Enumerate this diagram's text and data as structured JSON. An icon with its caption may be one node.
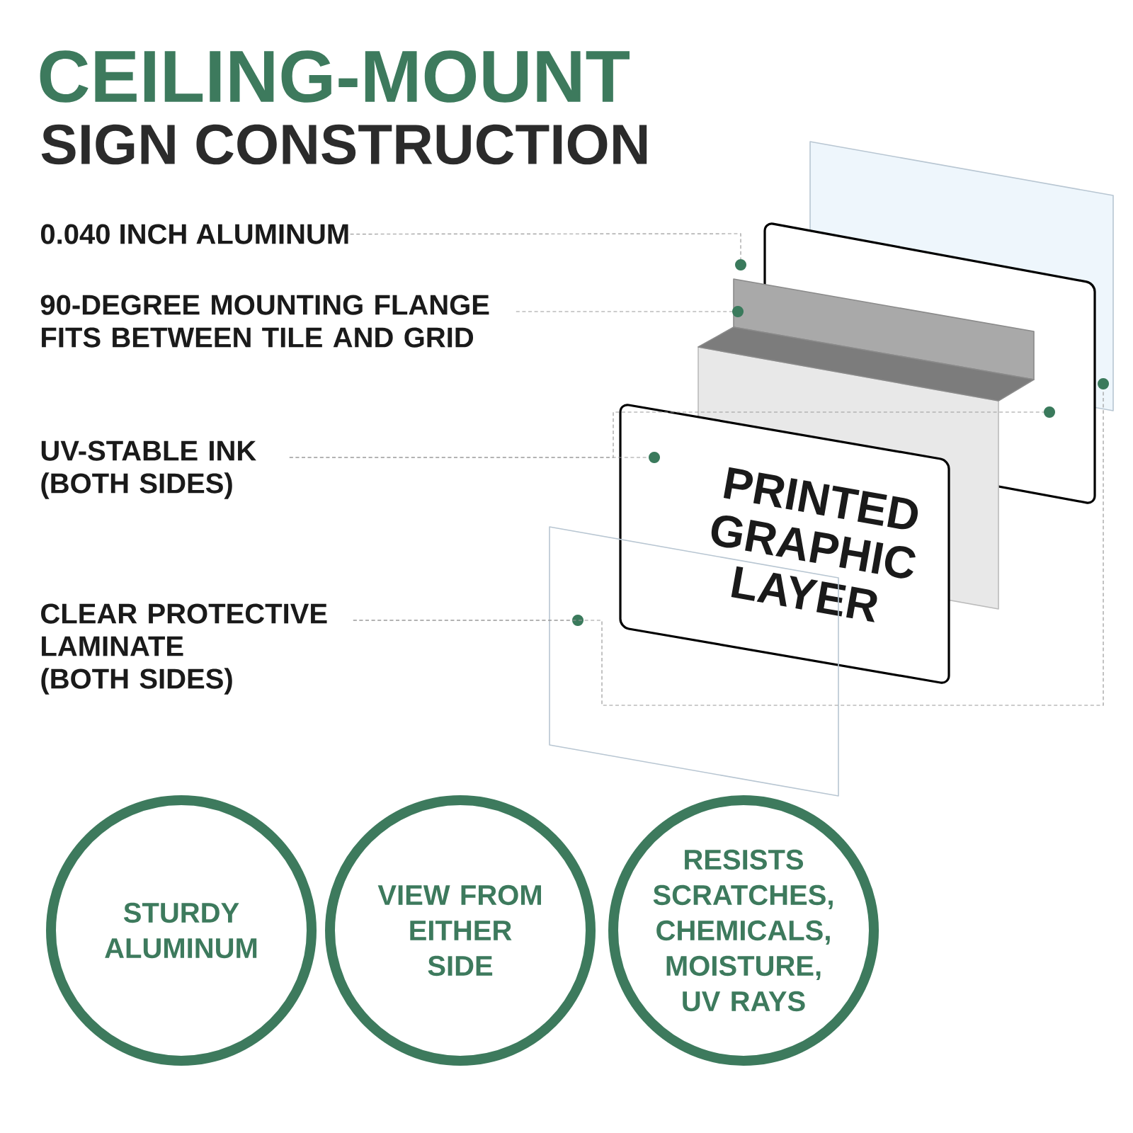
{
  "diagram": {
    "title": "CEILING-MOUNT",
    "nodes": [
      {
        "text": [
          "0.040 INCH ALUMINUM"
        ]
      },
      {
        "text": [
          "90-DEGREE MOUNTING FLANGE FITS BETWEEN TILE AND GRID"
        ]
      },
      {
        "text": [
          "UV-STABLE INK (BOTH SIDES)"
        ]
      },
      {
        "text": [
          "CLEAR PROTECTIVE LAMINATE (BOTH SIDES)"
        ]
      },
      {
        "text": [],
        "shape": "box"
      },
      {
        "text": [],
        "shape": "box"
      },
      {
        "text": [],
        "shape": "box"
      },
      {
        "text": [
          "PRINTED GRAPHIC LAYER"
        ]
      },
      {
        "text": [],
        "shape": "box"
      },
      {
        "text": [
          "STURDY ALUMINUM"
        ]
      },
      {
        "text": [
          "VIEW FROM EITHER SIDE"
        ]
      },
      {
        "text": [
          "RESISTS SCRATCHES, CHEMICALS, MOISTURE, UV RAYS"
        ]
      }
    ],
    "edges": [
      {
        "from": 0,
        "to": 6,
        "arrow": "other",
        "style": "dashed"
      },
      {
        "from": 1,
        "to": 6,
        "arrow": "other",
        "style": "dashed"
      },
      {
        "from": 2,
        "to": 7,
        "arrow": "other",
        "style": "dashed"
      },
      {
        "from": 2,
        "to": 5,
        "arrow": "other",
        "style": "dashed"
      },
      {
        "from": 3,
        "to": 8,
        "arrow": "other",
        "style": "dashed"
      },
      {
        "from": 3,
        "to": 4,
        "arrow": "other",
        "style": "dashed"
      }
    ],
    "labels": [
      "SIGN CONSTRUCTION"
    ]
  }
}
